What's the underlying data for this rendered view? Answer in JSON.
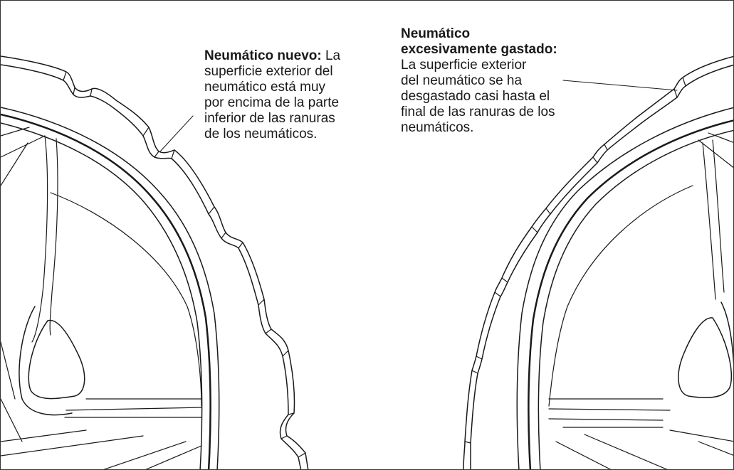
{
  "labels": {
    "new_tire": {
      "title": "Neumático nuevo:",
      "text_lines": [
        "La",
        "superficie exterior del",
        "neumático está muy",
        "por encima de la parte",
        "inferior de las ranuras",
        "de los neumáticos."
      ]
    },
    "worn_tire": {
      "title_lines": [
        "Neumático",
        "excesivamente gastado:"
      ],
      "text_lines": [
        "La superficie exterior",
        "del neumático se ha",
        "desgastado casi hasta el",
        "final de las ranuras de los",
        "neumáticos."
      ]
    }
  },
  "colors": {
    "line": "#1a1a1a",
    "frame": "#333333",
    "background": "#ffffff"
  }
}
